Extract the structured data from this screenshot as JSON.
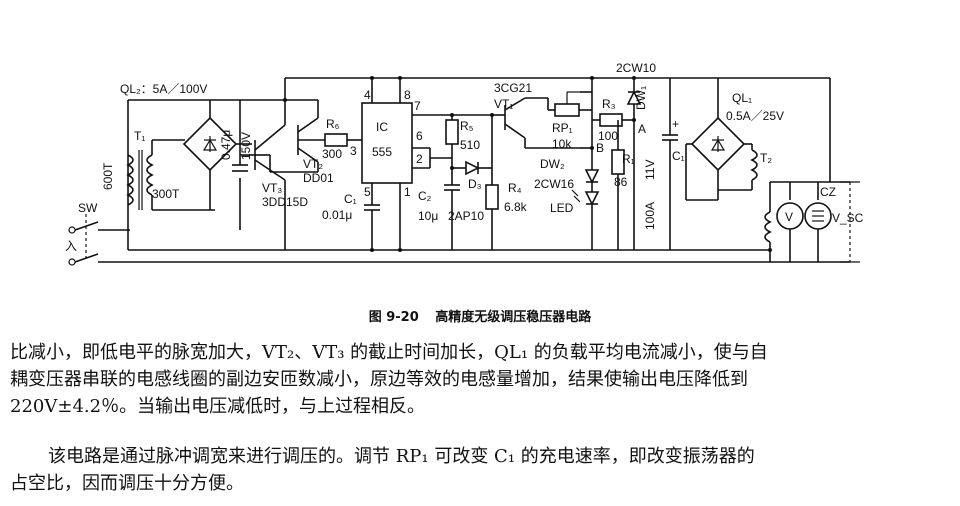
{
  "figure": {
    "labels": {
      "ql2": "QL₂：5A／100V",
      "t1": "T₁",
      "t1_primary": "600T",
      "t1_secondary": "300T",
      "sw": "SW",
      "input": "入",
      "cap1": "0.47μ",
      "cap1_v": "150V",
      "vt3": "VT₃",
      "vt3_type": "3DD15D",
      "vt2": "VT₂",
      "vt2_type": "DD01",
      "r6": "R₆",
      "r6_val": "300",
      "pin3": "3",
      "pin4": "4",
      "pin8": "8",
      "pin7": "7",
      "pin6": "6",
      "pin2": "2",
      "pin5": "5",
      "pin1": "1",
      "ic": "IC",
      "ic_type": "555",
      "c1_left": "C₁",
      "c1_left_val": "0.01μ",
      "r5": "R₅",
      "r5_val": "510",
      "d3": "D₃",
      "c2": "C₂",
      "c2_val": "10μ",
      "d3_type": "2AP10",
      "r4": "R₄",
      "r4_val": "6.8k",
      "vt1_type": "3CG21",
      "vt1": "VT₁",
      "rp1": "RP₁",
      "rp1_val": "10k",
      "dw2": "DW₂",
      "dw2_type": "2CW16",
      "led": "LED",
      "r3": "R₃",
      "r3_val": "100",
      "r1": "R₁",
      "r1_val": "86",
      "r1_rating": "100A",
      "dw1_type": "2CW10",
      "dw1": "DW₁",
      "node_a": "A",
      "node_b": "B",
      "v11": "11V",
      "c1_right": "C₁",
      "ql1": "QL₁",
      "ql1_rating": "0.5A／25V",
      "t2": "T₂",
      "cz": "CZ",
      "vsc": "V_SC",
      "v_meter": "V"
    },
    "caption_num": "图 9-20",
    "caption_title": "高精度无级调压稳压器电路"
  },
  "text": {
    "p1_l1": "比减小，即低电平的脉宽加大，VT₂、VT₃ 的截止时间加长，QL₁ 的负载平均电流减小，使与自",
    "p1_l2": "耦变压器串联的电感线圈的副边安匝数减小，原边等效的电感量增加，结果使输出电压降低到",
    "p1_l3": "220V±4.2％。当输出电压减低时，与上过程相反。",
    "p2_l1": "该电路是通过脉冲调宽来进行调压的。调节 RP₁ 可改变 C₁ 的充电速率，即改变振荡器的",
    "p2_l2": "占空比，因而调压十分方便。"
  }
}
